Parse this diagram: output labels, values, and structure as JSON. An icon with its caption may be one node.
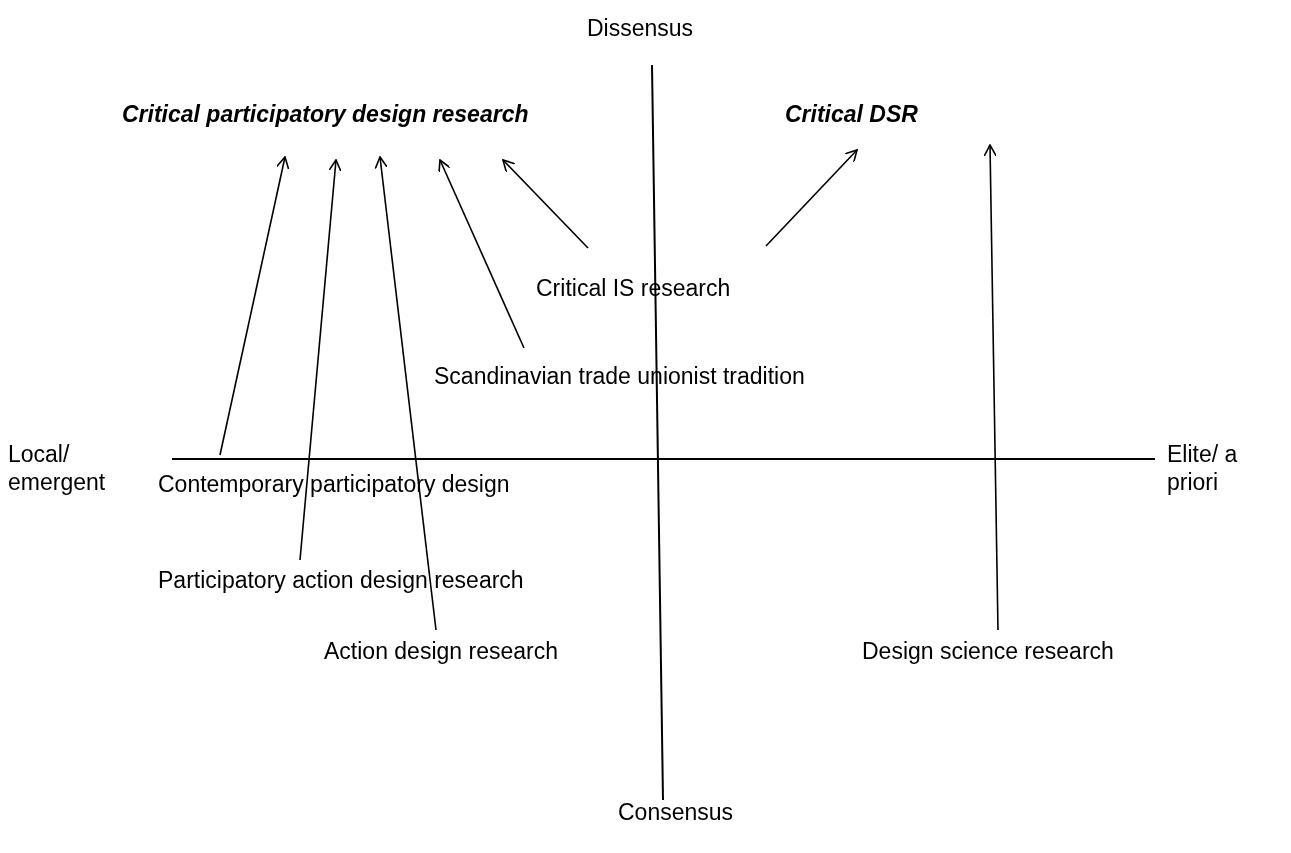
{
  "diagram": {
    "nodes": [
      {
        "text": [
          "Critical participatory design research"
        ]
      },
      {
        "text": [
          "Critical DSR"
        ]
      },
      {
        "text": [
          "Critical IS research"
        ]
      },
      {
        "text": [
          "Scandinavian trade unionist tradition"
        ]
      },
      {
        "text": [
          "Contemporary participatory design"
        ]
      },
      {
        "text": [
          "Participatory action design research"
        ]
      },
      {
        "text": [
          "Action design research"
        ]
      },
      {
        "text": [
          "Design science research"
        ]
      }
    ],
    "edges": [
      {
        "from": 2,
        "to": 0,
        "arrow": "to"
      },
      {
        "from": 2,
        "to": 1,
        "arrow": "to"
      },
      {
        "from": 3,
        "to": 0,
        "arrow": "to"
      },
      {
        "from": 4,
        "to": 0,
        "arrow": "to"
      },
      {
        "from": 5,
        "to": 0,
        "arrow": "to"
      },
      {
        "from": 6,
        "to": 0,
        "arrow": "to"
      },
      {
        "from": 7,
        "to": 1,
        "arrow": "to"
      }
    ],
    "labels": [
      "Dissensus",
      "Local/ emergent",
      "Elite/ a priori",
      "Consensus"
    ]
  }
}
